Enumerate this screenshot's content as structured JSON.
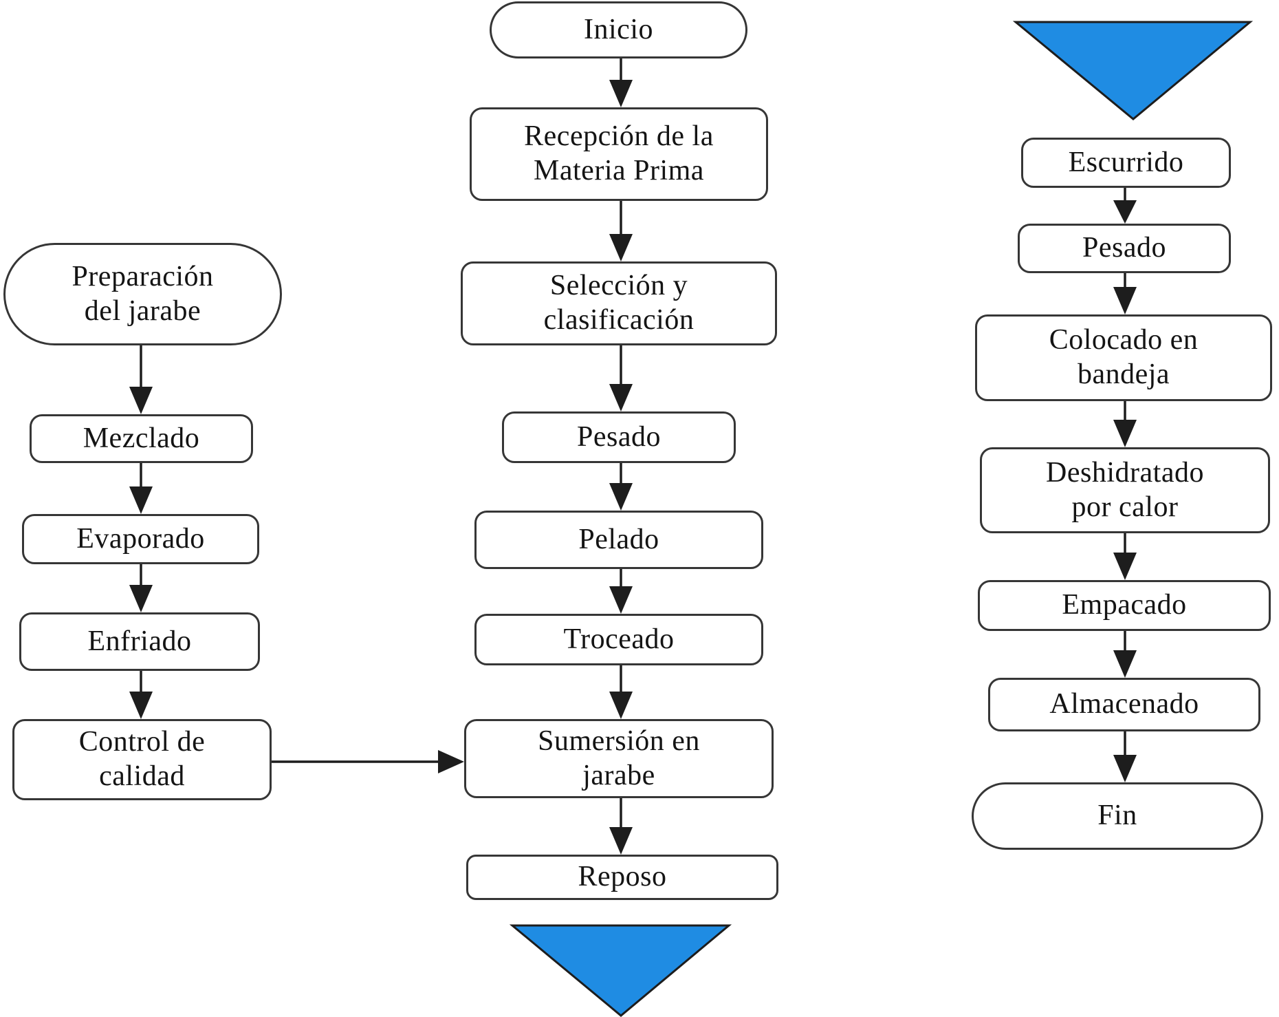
{
  "diagram": {
    "type": "flowchart",
    "language": "es",
    "colors": {
      "connector_fill": "#1f8ce3",
      "shape_stroke": "#363636",
      "shape_fill": "#ffffff",
      "text": "#141414",
      "background": "#ffffff"
    },
    "left_branch": {
      "nodes": [
        {
          "id": "preparacion-del-jarabe",
          "shape": "stadium",
          "label": "Preparación\ndel jarabe"
        },
        {
          "id": "mezclado",
          "shape": "process",
          "label": "Mezclado"
        },
        {
          "id": "evaporado",
          "shape": "process",
          "label": "Evaporado"
        },
        {
          "id": "enfriado",
          "shape": "process",
          "label": "Enfriado"
        },
        {
          "id": "control-de-calidad",
          "shape": "process",
          "label": "Control de\ncalidad"
        }
      ]
    },
    "main_branch": {
      "nodes": [
        {
          "id": "inicio",
          "shape": "stadium",
          "label": "Inicio"
        },
        {
          "id": "recepcion-materia-prima",
          "shape": "process",
          "label": "Recepción de la\nMateria Prima"
        },
        {
          "id": "seleccion-clasificacion",
          "shape": "process",
          "label": "Selección y\nclasificación"
        },
        {
          "id": "pesado-1",
          "shape": "process",
          "label": "Pesado"
        },
        {
          "id": "pelado",
          "shape": "process",
          "label": "Pelado"
        },
        {
          "id": "troceado",
          "shape": "process",
          "label": "Troceado"
        },
        {
          "id": "sumersion-en-jarabe",
          "shape": "process",
          "label": "Sumersión en\njarabe"
        },
        {
          "id": "reposo",
          "shape": "process",
          "label": "Reposo"
        },
        {
          "id": "offpage-connector-out",
          "shape": "offpage-connector",
          "label": ""
        }
      ]
    },
    "right_branch": {
      "nodes": [
        {
          "id": "offpage-connector-in",
          "shape": "offpage-connector",
          "label": ""
        },
        {
          "id": "escurrido",
          "shape": "process",
          "label": "Escurrido"
        },
        {
          "id": "pesado-2",
          "shape": "process",
          "label": "Pesado"
        },
        {
          "id": "colocado-en-bandeja",
          "shape": "process",
          "label": "Colocado en\nbandeja"
        },
        {
          "id": "deshidratado-por-calor",
          "shape": "process",
          "label": "Deshidratado\npor calor"
        },
        {
          "id": "empacado",
          "shape": "process",
          "label": "Empacado"
        },
        {
          "id": "almacenado",
          "shape": "process",
          "label": "Almacenado"
        },
        {
          "id": "fin",
          "shape": "stadium",
          "label": "Fin"
        }
      ]
    }
  }
}
